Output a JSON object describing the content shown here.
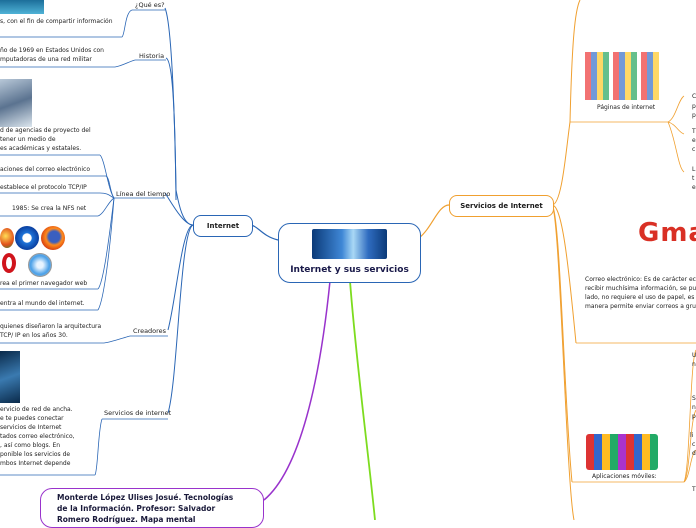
{
  "central": {
    "title": "Internet y sus servicios"
  },
  "left_branch": {
    "title": "Internet",
    "topics": {
      "que_es": "¿Qué es?",
      "historia": "Historia",
      "linea_tiempo": "Línea del tiempo",
      "creadores": "Creadores",
      "servicios": "Servicios de internet"
    },
    "texts": {
      "que_es_1": "s, con el fin de compartir información",
      "historia_1": "ño de 1969 en Estados Unidos con",
      "historia_2": "mputadoras de una red militar",
      "tl_a1": "d de agencias de proyecto del",
      "tl_a2": "tener un medio de",
      "tl_a3": "es académicas y estatales.",
      "tl_b": "aciones del correo electrónico",
      "tl_c": "establece el protocolo TCP/IP",
      "tl_d": "1985: Se crea la NFS net",
      "tl_e": "rea el primer navegador web",
      "tl_f": "entra al mundo del internet.",
      "cr_1": "quienes diseñaron la arquitectura",
      "cr_2": "TCP/ IP en los  años 30.",
      "sv_1": "ervicio de red de ancha.",
      "sv_2": "e te puedes conectar",
      "sv_3": "servicios de Internet",
      "sv_4": "tados correo electrónico,",
      "sv_5": ", así como blogs. En",
      "sv_6": "ponible los servicios de",
      "sv_7": "mbos Internet depende"
    }
  },
  "right_branch": {
    "title": "Servicios de Internet",
    "paginas_label": "Páginas de internet",
    "apps_label": "Aplicaciones móviles:",
    "gmail_letters": "Gmai",
    "correo_1": "Correo electrónico: Es de carácter econ",
    "correo_2": "recibir muchísima información, se pued",
    "correo_3": "lado, no requiere el uso de papel, es sen",
    "correo_4": "manera permite enviar correos a grupo",
    "cut_letters": [
      "C",
      "p",
      "p",
      "T",
      "e",
      "c",
      "L",
      "t",
      "e",
      "U",
      "n",
      "S",
      "n",
      "p",
      "li",
      "c",
      "d",
      "T"
    ]
  },
  "author": {
    "line1": "Monterde López Ulises Josué. Tecnologías",
    "line2": "de la Información. Profesor: Salvador",
    "line3": "Romero Rodríguez. Mapa mental"
  },
  "colors": {
    "blue": "#2a66b5",
    "orange": "#f0a030",
    "green": "#7ddc1f",
    "purple": "#9933cc"
  }
}
